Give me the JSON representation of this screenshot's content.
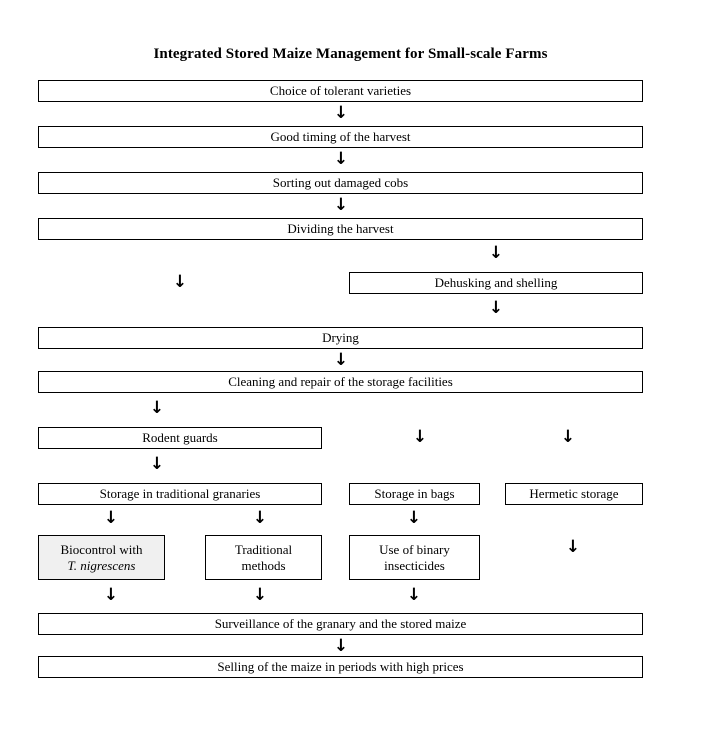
{
  "diagram": {
    "title": "Integrated Stored Maize Management for Small-scale Farms",
    "type": "flowchart",
    "arrow_glyph": "↓",
    "colors": {
      "background": "#ffffff",
      "box_border": "#000000",
      "box_fill": "#ffffff",
      "highlight_fill": "#f0f0f0",
      "text": "#000000"
    },
    "nodes": [
      {
        "id": "choice",
        "label": "Choice of tolerant varieties",
        "shaded": false
      },
      {
        "id": "timing",
        "label": "Good timing of the harvest",
        "shaded": false
      },
      {
        "id": "sorting",
        "label": "Sorting out damaged cobs",
        "shaded": false
      },
      {
        "id": "dividing",
        "label": "Dividing the harvest",
        "shaded": false
      },
      {
        "id": "dehusking",
        "label": "Dehusking and shelling",
        "shaded": false
      },
      {
        "id": "drying",
        "label": "Drying",
        "shaded": false
      },
      {
        "id": "cleaning",
        "label": "Cleaning and repair of the storage facilities",
        "shaded": false
      },
      {
        "id": "rodent",
        "label": "Rodent guards",
        "shaded": false
      },
      {
        "id": "granaries",
        "label": "Storage in traditional granaries",
        "shaded": false
      },
      {
        "id": "bags",
        "label": "Storage in bags",
        "shaded": false
      },
      {
        "id": "hermetic",
        "label": "Hermetic storage",
        "shaded": false
      },
      {
        "id": "biocontrol",
        "label_line1": "Biocontrol with",
        "label_line2": "T. nigrescens",
        "shaded": true
      },
      {
        "id": "traditional",
        "label_line1": "Traditional",
        "label_line2": "methods",
        "shaded": false
      },
      {
        "id": "insecticides",
        "label_line1": "Use of binary",
        "label_line2": "insecticides",
        "shaded": false
      },
      {
        "id": "surveillance",
        "label": "Surveillance of the granary and the stored maize",
        "shaded": false
      },
      {
        "id": "selling",
        "label": "Selling of the maize in periods with high prices",
        "shaded": false
      }
    ],
    "arrow_count": 20
  }
}
